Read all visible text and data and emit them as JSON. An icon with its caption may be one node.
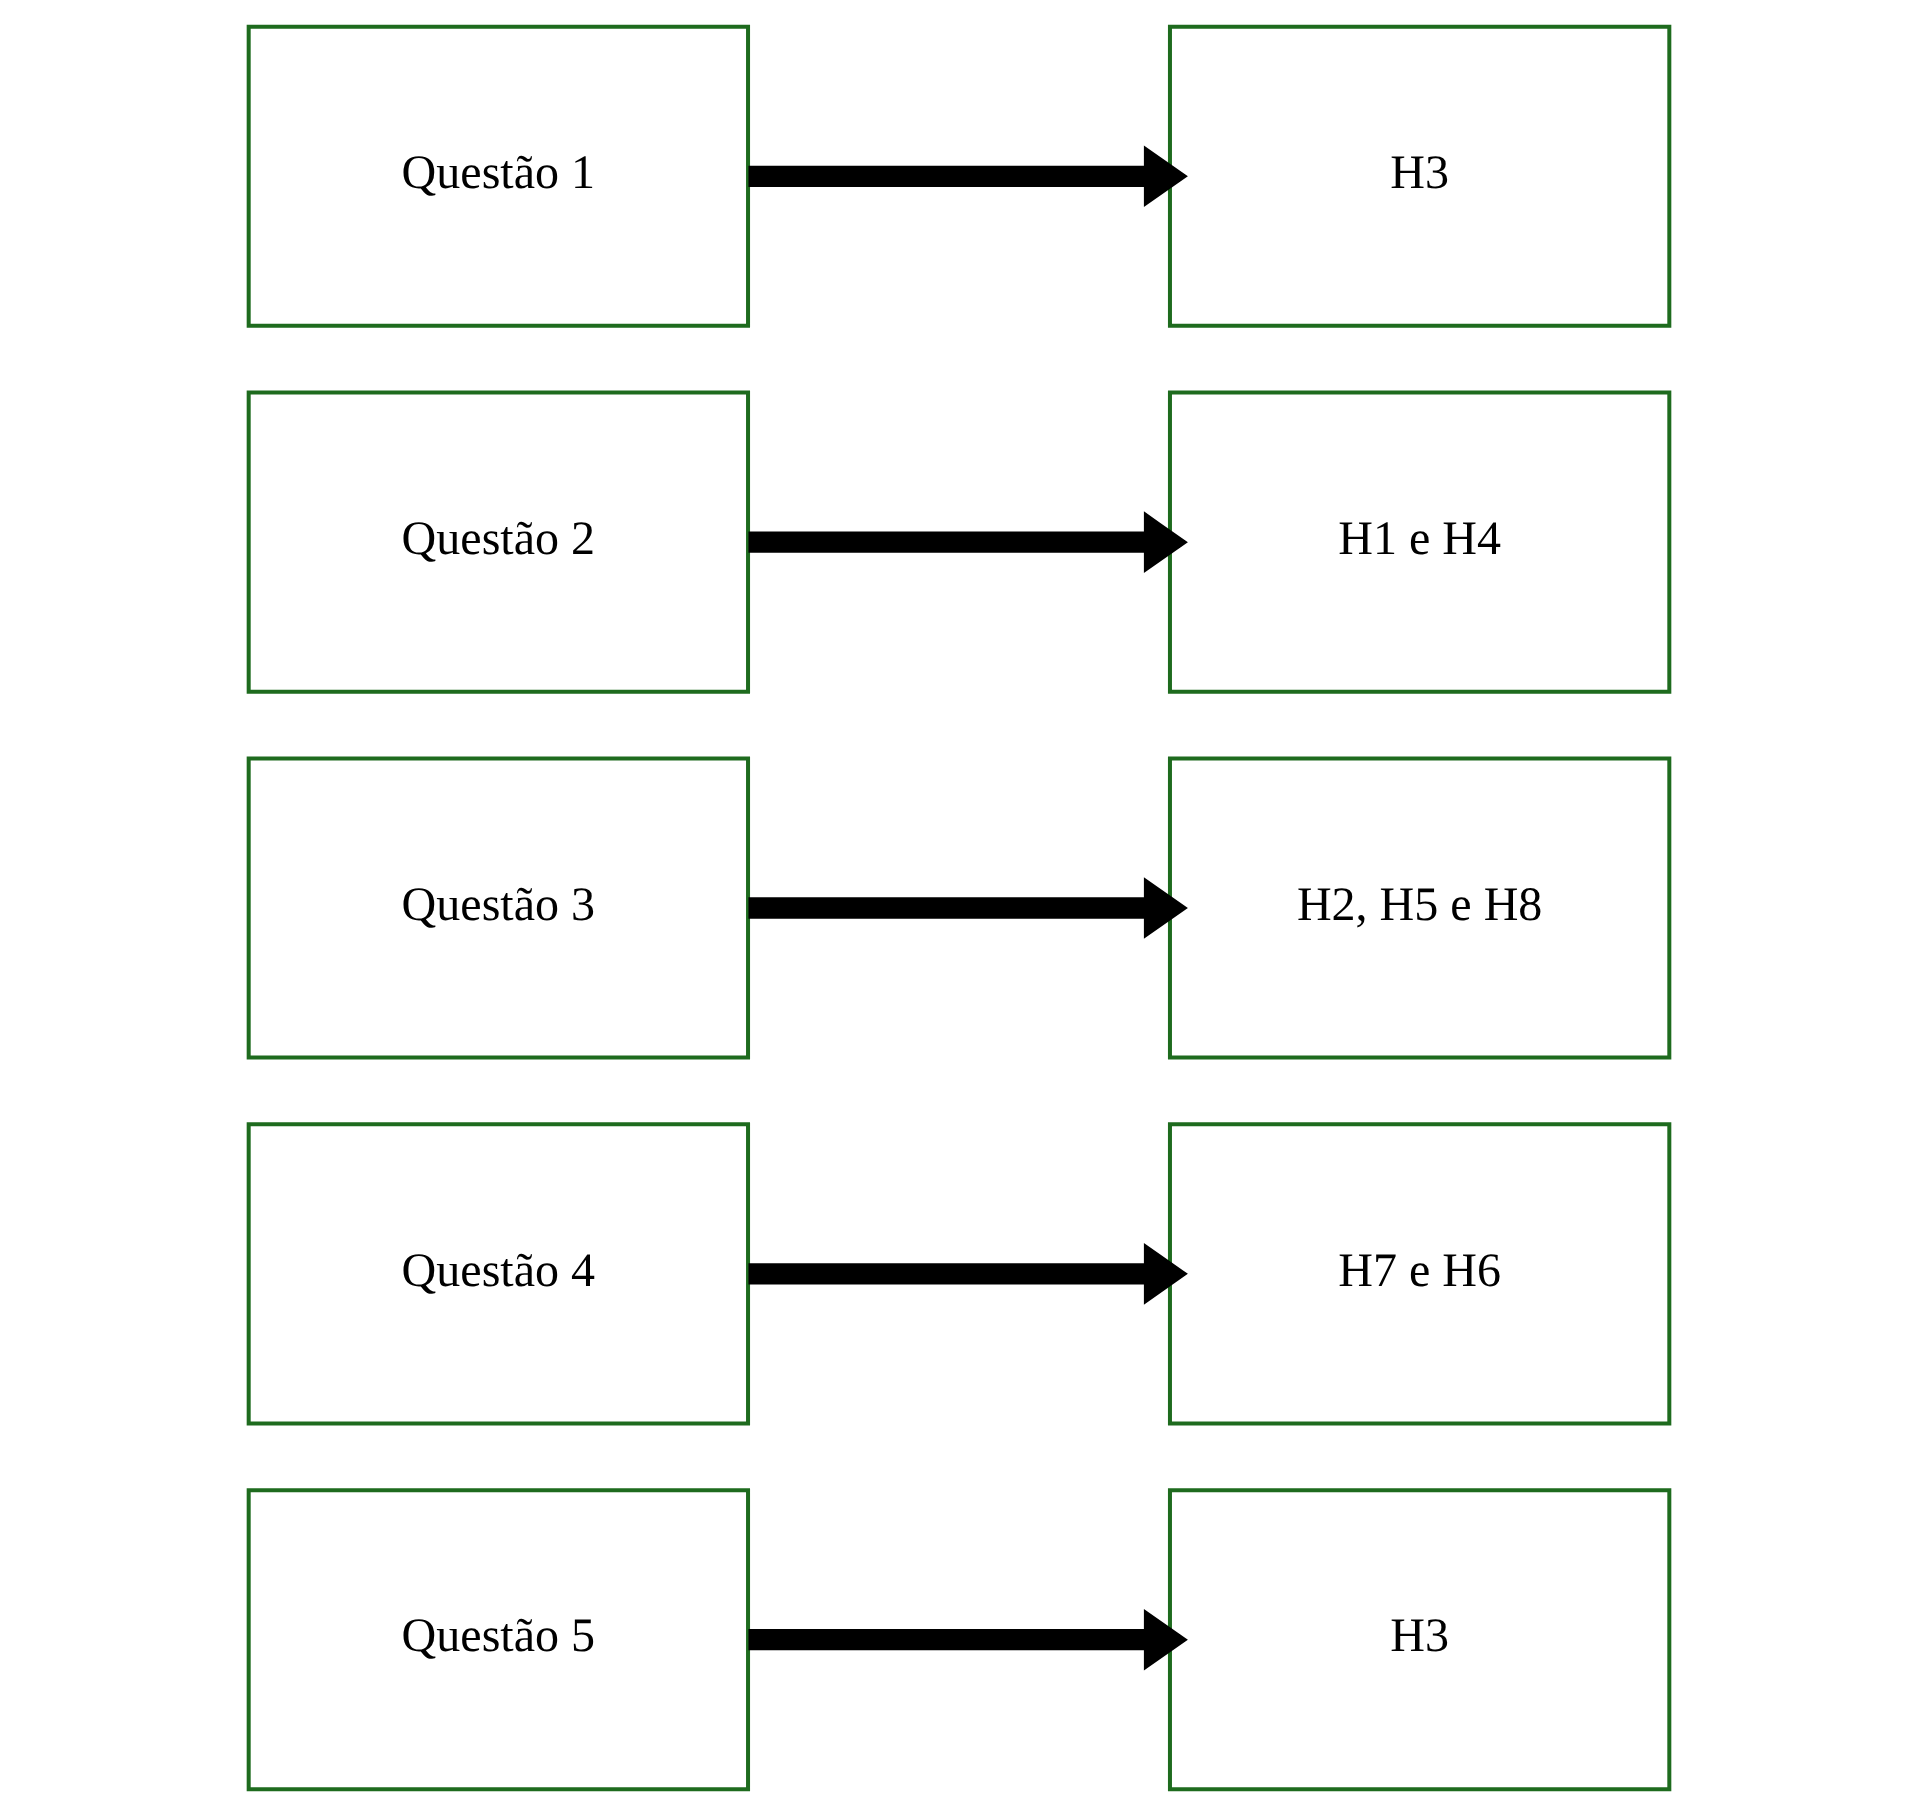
{
  "diagram": {
    "nodes": [
      {
        "text": [
          "Questão 1"
        ]
      },
      {
        "text": [
          "H3"
        ]
      },
      {
        "text": [
          "Questão 2"
        ]
      },
      {
        "text": [
          "H1 e H4"
        ]
      },
      {
        "text": [
          "Questão 3"
        ]
      },
      {
        "text": [
          "H2, H5 e H8"
        ]
      },
      {
        "text": [
          "Questão 4"
        ]
      },
      {
        "text": [
          "H7 e H6"
        ]
      },
      {
        "text": [
          "Questão 5"
        ]
      },
      {
        "text": [
          "H3"
        ]
      }
    ],
    "edges": [
      {
        "from": 0,
        "to": 1,
        "arrow": "to"
      },
      {
        "from": 2,
        "to": 3,
        "arrow": "to"
      },
      {
        "from": 4,
        "to": 5,
        "arrow": "to"
      },
      {
        "from": 6,
        "to": 7,
        "arrow": "to"
      },
      {
        "from": 8,
        "to": 9,
        "arrow": "to"
      }
    ]
  }
}
